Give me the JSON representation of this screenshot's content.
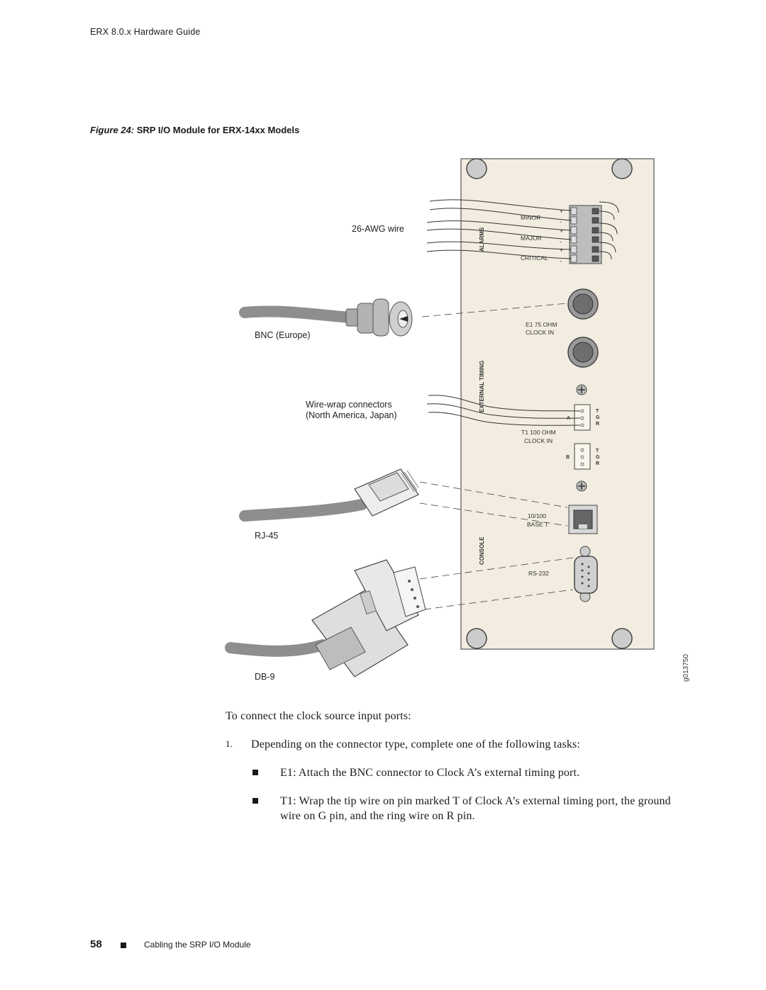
{
  "header": {
    "title": "ERX 8.0.x Hardware Guide"
  },
  "figure": {
    "caption_prefix": "Figure 24:",
    "caption_text": "SRP I/O Module for ERX-14xx Models",
    "callouts": {
      "awg": "26-AWG wire",
      "bnc": "BNC (Europe)",
      "wirewrap_1": "Wire-wrap connectors",
      "wirewrap_2": "(North America, Japan)",
      "rj45": "RJ-45",
      "db9": "DB-9",
      "fig_id": "g013750"
    },
    "panel": {
      "alarms": "ALARMS",
      "minor": "MINOR",
      "major": "MAJOR",
      "critical": "CRITICAL",
      "e1_1": "E1 75 OHM",
      "e1_2": "CLOCK IN",
      "external_timing": "EXTERNAL TIMING",
      "t1_1": "T1 100 OHM",
      "t1_2": "CLOCK IN",
      "port_a": "A",
      "port_b": "B",
      "pin_t": "T",
      "pin_g": "G",
      "pin_r": "R",
      "eth_1": "10/100",
      "eth_2": "BASE T",
      "console": "CONSOLE",
      "rs232": "RS-232",
      "plus": "+",
      "minus": "-"
    }
  },
  "body": {
    "intro": "To connect the clock source input ports:",
    "step1_num": "1.",
    "step1": "Depending on the connector type, complete one of the following tasks:",
    "bullet_e1": "E1: Attach the BNC connector to Clock A’s external timing port.",
    "bullet_t1": "T1: Wrap the tip wire on pin marked T of Clock A’s external timing port, the ground wire on G pin, and the ring wire on R pin."
  },
  "footer": {
    "page_number": "58",
    "section": "Cabling the SRP I/O Module"
  }
}
